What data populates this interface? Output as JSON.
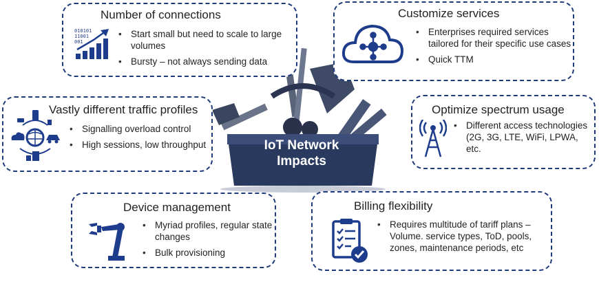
{
  "center": {
    "line1": "IoT Network",
    "line2": "Impacts"
  },
  "cards": {
    "connections": {
      "title": "Number of connections",
      "bullets": [
        "Start small but need to scale to large volumes",
        "Bursty – not always sending data"
      ],
      "icon_text": [
        "010101",
        "11001",
        "001"
      ]
    },
    "customize": {
      "title": "Customize services",
      "bullets": [
        "Enterprises required services tailored for their specific use cases",
        "Quick TTM"
      ]
    },
    "traffic": {
      "title": "Vastly different traffic profiles",
      "bullets": [
        "Signalling overload control",
        "High sessions, low throughput"
      ]
    },
    "spectrum": {
      "title": "Optimize spectrum usage",
      "bullets": [
        "Different access technologies (2G, 3G, LTE, WiFi, LPWA, etc."
      ]
    },
    "device": {
      "title": "Device management",
      "bullets": [
        "Myriad profiles, regular state changes",
        "Bulk provisioning"
      ]
    },
    "billing": {
      "title": "Billing flexibility",
      "bullets": [
        "Requires multitude of tariff plans – Volume. service types, ToD, pools, zones, maintenance periods, etc"
      ]
    }
  },
  "colors": {
    "accent": "#1f3a7a",
    "icon": "#1e3c8c",
    "toolbox": "#2a3a5e"
  }
}
